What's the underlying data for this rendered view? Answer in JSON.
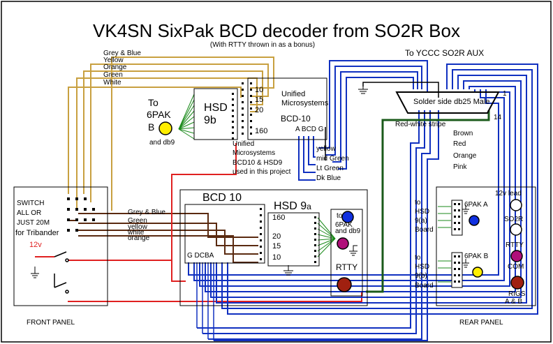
{
  "title": "VK4SN SixPak BCD decoder from SO2R Box",
  "subtitle": "(With RTTY thrown in as a bonus)",
  "wire_colors": {
    "grey_blue": "#c8a040",
    "blue": "#1030c0",
    "brown": "#5a2a10",
    "red": "#e02020",
    "green": "#1a6a1a",
    "black": "#000000"
  },
  "top_wires": [
    "Grey & Blue",
    "Yellow",
    "Orange",
    "Green",
    "White"
  ],
  "upper_hsd": {
    "to": "To",
    "to6pak": "6PAK",
    "b": "B",
    "and_db9": "and db9",
    "hsd": "HSD",
    "n": "9b"
  },
  "upper_bcd": {
    "pins": [
      "10",
      "15",
      "20",
      "160"
    ],
    "maker1": "Unified",
    "maker2": "Microsystems",
    "model": "BCD-10",
    "abcdg": "A BCD G"
  },
  "bcd_wire_labels": [
    "yellow",
    "mid Green",
    "Lt Green",
    "Dk Blue"
  ],
  "note": [
    "Unified",
    "Microsystems",
    "BCD10 & HSD9",
    "used in this project"
  ],
  "db25": {
    "to_label": "To YCCC SO2R AUX",
    "label": "Solder side db25 Male",
    "pin1": "1",
    "pin14": "14",
    "stripe": "Red-white stripe"
  },
  "db25_wires": [
    "Brown",
    "Red",
    "Orange",
    "Pink"
  ],
  "switch": {
    "lines": [
      "SWITCH",
      "ALL OR",
      "JUST 20M",
      "for Tribander"
    ],
    "v12": "12v"
  },
  "switch_wires": [
    "Grey & Blue",
    "Green",
    "yellow",
    "white",
    "orange"
  ],
  "lower_bcd": {
    "title": "BCD 10",
    "gdcba": "G DCBA"
  },
  "lower_hsd": {
    "title": "HSD 9",
    "suffix": "a",
    "pins": [
      "160",
      "20",
      "15",
      "10"
    ],
    "to": "to",
    "to6pak": "6PAK",
    "and_db9": "and db9",
    "rtty": "RTTY"
  },
  "rear": {
    "a": [
      "to",
      "HSD",
      "9(a)",
      "Board"
    ],
    "b": [
      "to",
      "HSD",
      "9(b)",
      "Board"
    ],
    "pak_a": "6PAK A",
    "pak_b": "6PAK B",
    "lead": "12v lead",
    "so2r": "SO2R",
    "rtty": "RTTY",
    "com": "COM",
    "rigs": [
      "RIGS",
      "A & B"
    ]
  },
  "front_panel": "FRONT PANEL",
  "rear_panel": "REAR PANEL"
}
